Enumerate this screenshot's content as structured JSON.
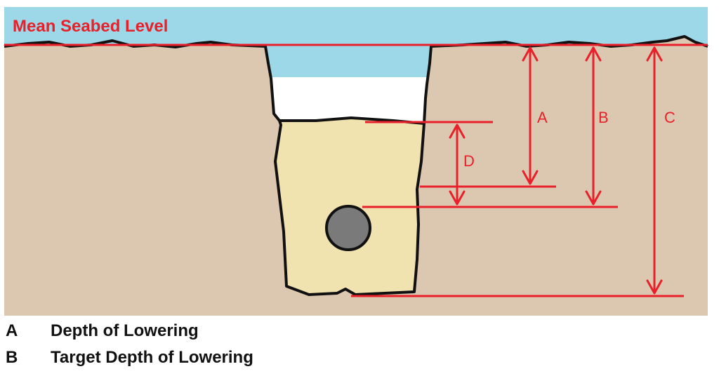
{
  "diagram": {
    "title": "Mean Seabed Level",
    "dimension_labels": {
      "a": "A",
      "b": "B",
      "c": "C",
      "d": "D"
    }
  },
  "legend": {
    "items": [
      {
        "key": "A",
        "description": "Depth of Lowering"
      },
      {
        "key": "B",
        "description": "Target Depth of Lowering"
      }
    ]
  },
  "colors": {
    "water": "#9dd8e8",
    "seabed": "#dcc8b0",
    "backfill": "#f0e3b0",
    "pipe": "#7a7a7a",
    "dimension": "#e8202a",
    "outline": "#111111"
  }
}
